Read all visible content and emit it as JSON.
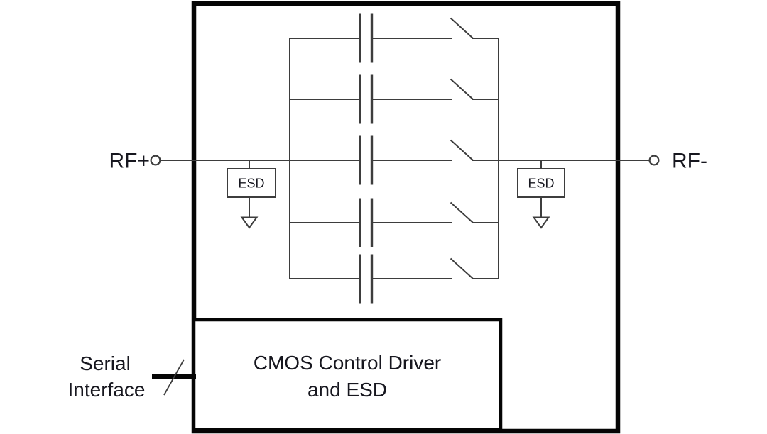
{
  "figure_type": "circuit-schematic",
  "labels": {
    "rf_plus": "RF+",
    "rf_minus": "RF-",
    "esd_left": "ESD",
    "esd_right": "ESD",
    "serial_line1": "Serial",
    "serial_line2": "Interface",
    "cmos_line1": "CMOS Control Driver",
    "cmos_line2": "and ESD"
  },
  "structure": {
    "capacitor_branch_count": 5,
    "switch_count": 5,
    "esd_cell_count": 2,
    "ground_symbol_count": 2,
    "terminal_count": 2
  },
  "colors": {
    "line": "#3d3d3d",
    "frame": "#050505",
    "text": "#17171f",
    "background": "#ffffff"
  }
}
